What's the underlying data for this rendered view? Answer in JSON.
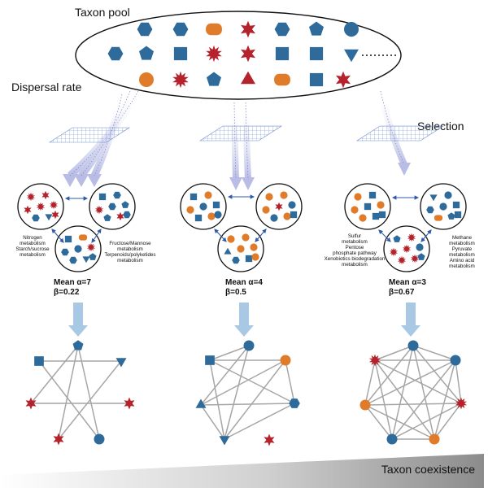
{
  "colors": {
    "blue": "#2e6b9a",
    "orange": "#e07b2a",
    "red": "#b5222b",
    "edge": "#a6a6a6",
    "arrow_grad": "#c9cce8",
    "down_arrow": "#a8c8e4",
    "connector": "#2f5aa8"
  },
  "labels": {
    "taxon_pool": "Taxon pool",
    "dispersal_rate": "Dispersal rate",
    "selection": "Selection",
    "taxon_coexistence": "Taxon coexistence"
  },
  "scenarios": [
    {
      "mean": "Mean α=7",
      "beta": "β=0.22",
      "annot_left": [
        "Nitrogen",
        "metabolism",
        "",
        "Starch/sucrose",
        "metabolism"
      ],
      "annot_right": [
        "Fructose/Mannose",
        "metabolism",
        "",
        "Terpenoids/polyketides",
        "metabolism"
      ]
    },
    {
      "mean": "Mean α=4",
      "beta": "β=0.5",
      "annot_left": [],
      "annot_right": []
    },
    {
      "mean": "Mean α=3",
      "beta": "β=0.67",
      "annot_left": [
        "Sulfur",
        "metabolism",
        "",
        "Pentose",
        "phosphate pathway",
        "",
        "Xenobiotics biodegradation",
        "metabolism"
      ],
      "annot_right": [
        "Methane",
        "metabolism",
        "",
        "Pyruvate",
        "metabolism",
        "",
        "Amino acid",
        "metabolism"
      ]
    }
  ],
  "pool_shapes": [
    [
      "hexagon-blue",
      "pentagon-blue",
      "square-blue",
      "pill-orange",
      "star-red",
      "hexagon-blue",
      "pentagon-blue",
      "circle-blue"
    ],
    [
      "hexagon-blue",
      "pentagon-blue",
      "square-blue",
      "burst-red",
      "star-red",
      "square-blue",
      "square-blue",
      "triangle-down-blue"
    ],
    [
      "circle-orange",
      "burst-red",
      "pentagon-blue",
      "triangle-red",
      "pill-orange",
      "square-blue",
      "star-red"
    ]
  ],
  "network_icons": [
    "circle-icon",
    "square-icon",
    "triangle-icon",
    "star-icon",
    "hexagon-icon",
    "pentagon-icon"
  ]
}
